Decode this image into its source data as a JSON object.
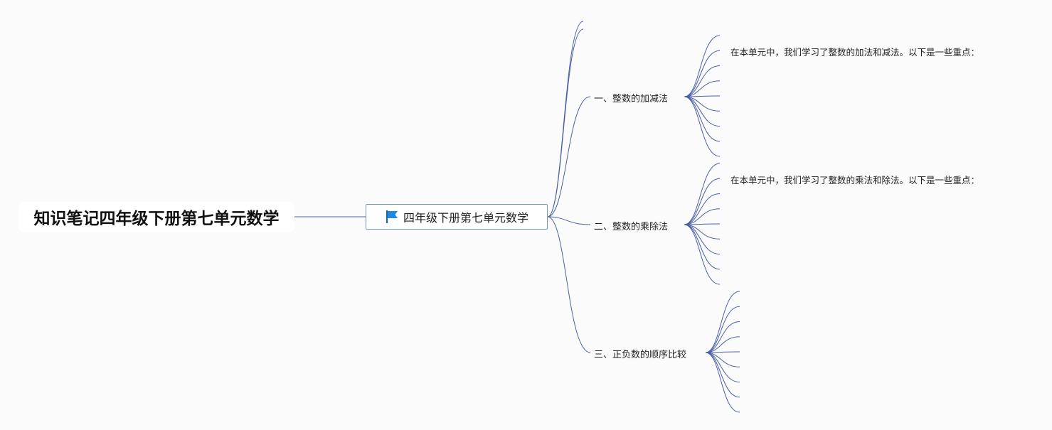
{
  "root": {
    "label": "知识笔记四年级下册第七单元数学"
  },
  "center": {
    "label": "四年级下册第七单元数学",
    "icon": "flag-icon",
    "icon_color": "#1e88e5"
  },
  "branches": [
    {
      "label": "一、整数的加减法",
      "detail": "在本单元中，我们学习了整数的加法和减法。以下是一些重点："
    },
    {
      "label": "二、整数的乘除法",
      "detail": "在本单元中，我们学习了整数的乘法和除法。以下是一些重点："
    },
    {
      "label": "三、正负数的顺序比较",
      "detail": ""
    }
  ],
  "colors": {
    "connector": "#4a5fa8",
    "center_border": "#6f9fa3"
  }
}
